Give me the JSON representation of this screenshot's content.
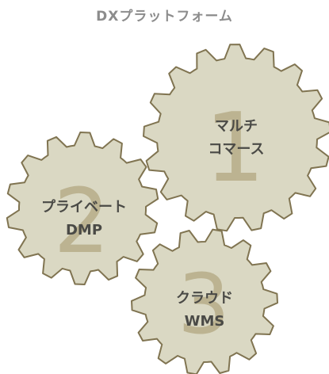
{
  "title": "DXプラットフォーム",
  "gears": [
    {
      "id": "multi-commerce",
      "number": "1",
      "label_lines": [
        "マルチ",
        "コマース"
      ]
    },
    {
      "id": "private-dmp",
      "number": "2",
      "label_lines": [
        "プライベート",
        "DMP"
      ]
    },
    {
      "id": "cloud-wms",
      "number": "3",
      "label_lines": [
        "クラウド",
        "WMS"
      ]
    }
  ],
  "colors": {
    "gear_fill": "#dad8c3",
    "gear_stroke": "#807451",
    "numeral": "#b2a780",
    "label_text": "#4a4a46",
    "title_text": "#8c8c8c"
  }
}
